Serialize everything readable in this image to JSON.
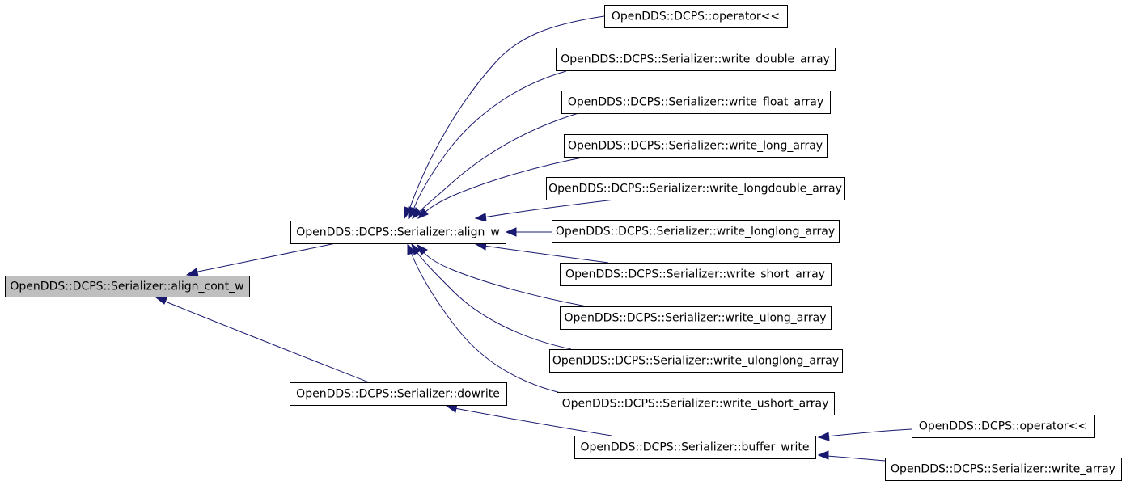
{
  "graph": {
    "nodes": [
      {
        "id": "align_cont_w",
        "label": "OpenDDS::DCPS::Serializer::align_cont_w",
        "root": true
      },
      {
        "id": "align_w",
        "label": "OpenDDS::DCPS::Serializer::align_w"
      },
      {
        "id": "dowrite",
        "label": "OpenDDS::DCPS::Serializer::dowrite"
      },
      {
        "id": "op1",
        "label": "OpenDDS::DCPS::operator<<"
      },
      {
        "id": "wda",
        "label": "OpenDDS::DCPS::Serializer::write_double_array"
      },
      {
        "id": "wfa",
        "label": "OpenDDS::DCPS::Serializer::write_float_array"
      },
      {
        "id": "wla",
        "label": "OpenDDS::DCPS::Serializer::write_long_array"
      },
      {
        "id": "wlda",
        "label": "OpenDDS::DCPS::Serializer::write_longdouble_array"
      },
      {
        "id": "wlla",
        "label": "OpenDDS::DCPS::Serializer::write_longlong_array"
      },
      {
        "id": "wsa",
        "label": "OpenDDS::DCPS::Serializer::write_short_array"
      },
      {
        "id": "wua",
        "label": "OpenDDS::DCPS::Serializer::write_ulong_array"
      },
      {
        "id": "wulla",
        "label": "OpenDDS::DCPS::Serializer::write_ulonglong_array"
      },
      {
        "id": "wusa",
        "label": "OpenDDS::DCPS::Serializer::write_ushort_array"
      },
      {
        "id": "bw",
        "label": "OpenDDS::DCPS::Serializer::buffer_write"
      },
      {
        "id": "op2",
        "label": "OpenDDS::DCPS::operator<<"
      },
      {
        "id": "wa",
        "label": "OpenDDS::DCPS::Serializer::write_array"
      }
    ],
    "edges": [
      {
        "from": "align_w",
        "to": "align_cont_w"
      },
      {
        "from": "dowrite",
        "to": "align_cont_w"
      },
      {
        "from": "op1",
        "to": "align_w"
      },
      {
        "from": "wda",
        "to": "align_w"
      },
      {
        "from": "wfa",
        "to": "align_w"
      },
      {
        "from": "wla",
        "to": "align_w"
      },
      {
        "from": "wlda",
        "to": "align_w"
      },
      {
        "from": "wlla",
        "to": "align_w"
      },
      {
        "from": "wsa",
        "to": "align_w"
      },
      {
        "from": "wua",
        "to": "align_w"
      },
      {
        "from": "wulla",
        "to": "align_w"
      },
      {
        "from": "wusa",
        "to": "align_w"
      },
      {
        "from": "bw",
        "to": "dowrite"
      },
      {
        "from": "op2",
        "to": "bw"
      },
      {
        "from": "wa",
        "to": "bw"
      }
    ],
    "colors": {
      "edge": "#191970",
      "root_fill": "#bfbfbf",
      "node_fill": "#ffffff",
      "node_border": "#000000"
    }
  }
}
